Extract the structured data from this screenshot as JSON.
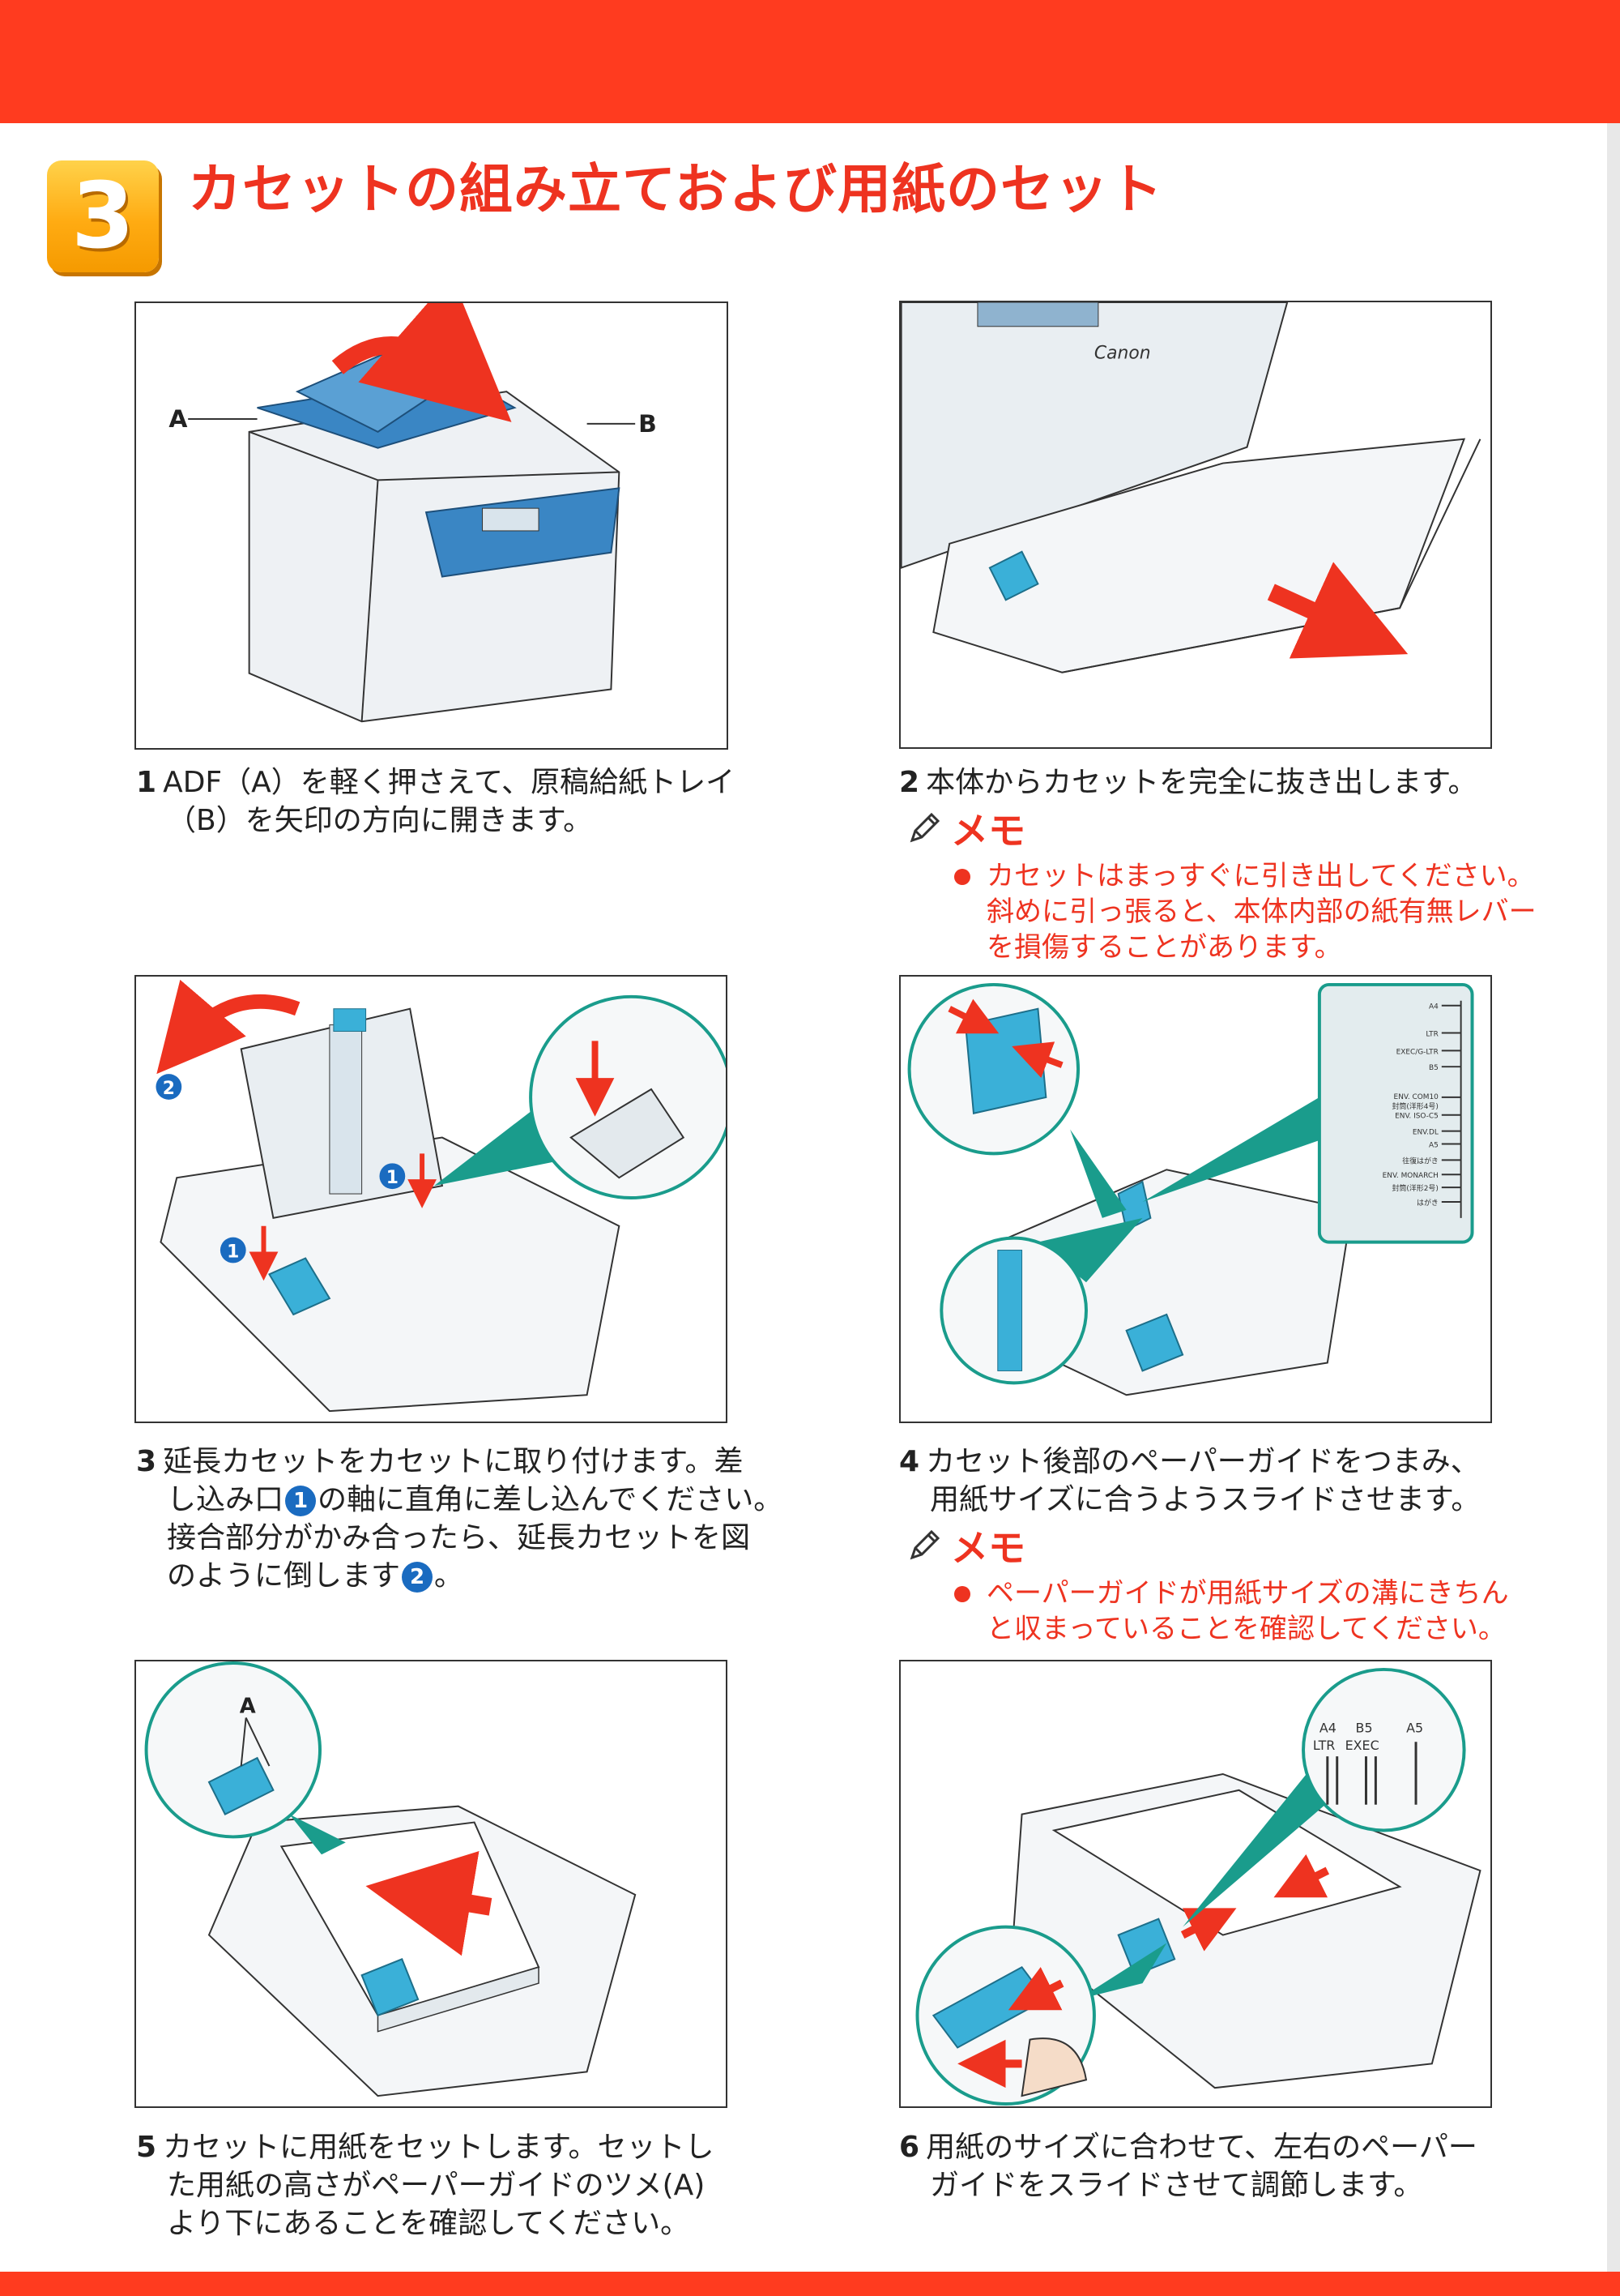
{
  "header": {
    "step_number": "3",
    "title": "カセットの組み立ておよび用紙のセット"
  },
  "steps": [
    {
      "num": "1",
      "lines": [
        "ADF（A）を軽く押さえて、原稿給紙トレイ",
        "（B）を矢印の方向に開きます。"
      ],
      "figure": {
        "labels": [
          "A",
          "B"
        ]
      }
    },
    {
      "num": "2",
      "lines": [
        "本体からカセットを完全に抜き出します。"
      ],
      "figure": {
        "labels": [
          "Canon"
        ]
      },
      "memo": {
        "title": "メモ",
        "lines": [
          "カセットはまっすぐに引き出してください。",
          "斜めに引っ張ると、本体内部の紙有無レバー",
          "を損傷することがあります。"
        ]
      }
    },
    {
      "num": "3",
      "lines_parts": [
        [
          "延長カセットをカセットに取り付けます。差"
        ],
        [
          "し込み口",
          "1",
          "の軸に直角に差し込んでください。"
        ],
        [
          "接合部分がかみ合ったら、延長カセットを図"
        ],
        [
          "のように倒します",
          "2",
          "。"
        ]
      ],
      "figure": {
        "labels": [
          "2",
          "1",
          "1"
        ]
      }
    },
    {
      "num": "4",
      "lines": [
        "カセット後部のペーパーガイドをつまみ、",
        "用紙サイズに合うようスライドさせます。"
      ],
      "figure": {
        "labels": [
          "A4",
          "LTR",
          "EXEC/G-LTR",
          "B5",
          "ENV. COM10",
          "封筒(洋形4号)",
          "ENV. ISO-C5",
          "ENV.DL",
          "A5",
          "往復はがき",
          "ENV. MONARCH",
          "封筒(洋形2号)",
          "はがき"
        ]
      },
      "memo": {
        "title": "メモ",
        "lines": [
          "ペーパーガイドが用紙サイズの溝にきちん",
          "と収まっていることを確認してください。"
        ]
      }
    },
    {
      "num": "5",
      "lines": [
        "カセットに用紙をセットします。セットし",
        "た用紙の高さがペーパーガイドのツメ(A)",
        "より下にあることを確認してください。"
      ],
      "figure": {
        "labels": [
          "A"
        ]
      }
    },
    {
      "num": "6",
      "lines": [
        "用紙のサイズに合わせて、左右のペーパー",
        "ガイドをスライドさせて調節します。"
      ],
      "figure": {
        "labels": [
          "A4",
          "B5",
          "A5",
          "LTR",
          "EXEC"
        ]
      }
    }
  ],
  "colors": {
    "accent": "#ee3320",
    "banner": "#ff3b1f",
    "badge": "#ffab12",
    "part_blue": "#3ab0d8",
    "callout_teal": "#1a9c8c",
    "arrow_red": "#ee3320"
  }
}
